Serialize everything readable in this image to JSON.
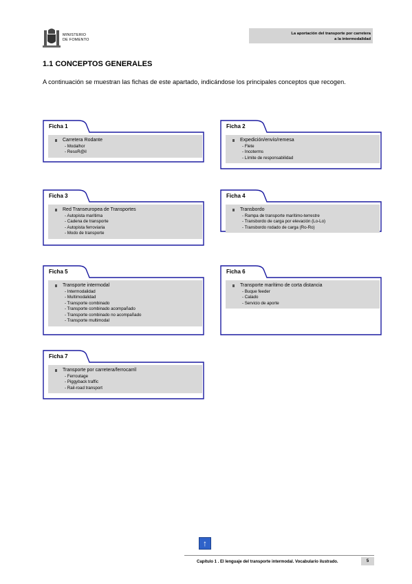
{
  "header": {
    "logo_line1": "MINISTERIO",
    "logo_line2": "DE FOMENTO",
    "title_line1": "La aportación del transporte por carretera",
    "title_line2": "a la intermodalidad"
  },
  "section": {
    "title": "1.1 CONCEPTOS GENERALES",
    "intro": "A continuación se muestran las fichas de este apartado, indicándose los principales conceptos que recogen."
  },
  "cards": [
    {
      "label": "Ficha 1",
      "main": "Carretera Rodante",
      "items": [
        "Modalhor",
        "ResoR@il"
      ]
    },
    {
      "label": "Ficha 2",
      "main": "Expedición/envío/remesa",
      "items": [
        "Flete",
        "Incoterms",
        "Límite de responsabilidad"
      ]
    },
    {
      "label": "Ficha 3",
      "main": "Red Transeuropea de Transportes",
      "items": [
        "Autopista marítima",
        "Cadena de transporte",
        "Autopista ferroviaria",
        "Modo de transporte"
      ]
    },
    {
      "label": "Ficha 4",
      "main": "Transbordo",
      "items": [
        "Rampa de transporte marítimo-terrestre",
        "Transbordo de carga por elevación (Lo-Lo)",
        "Transbordo rodado de carga (Ro-Ro)"
      ]
    },
    {
      "label": "Ficha 5",
      "main": "Transporte intermodal",
      "items": [
        "Intermodalidad",
        "Multimodalidad",
        "Transporte combinado",
        "Transporte combinado acompañado",
        "Transporte combinado no acompañado",
        "Transporte multimodal"
      ]
    },
    {
      "label": "Ficha 6",
      "main": "Transporte marítimo de corta distancia",
      "items": [
        "Buque feeder",
        "Calado",
        "Servicio de aporte"
      ]
    },
    {
      "label": "Ficha 7",
      "main": "Transporte por carretera/ferrocarril",
      "items": [
        "Ferroutage",
        "Piggyback traffic",
        "Rail-road transport"
      ]
    }
  ],
  "footer": {
    "up_arrow": "↑",
    "chapter_text": "Capítulo 1 . El lenguaje del transporte intermodal. Vocabulario ilustrado.",
    "page": "5"
  },
  "colors": {
    "accent": "#1a1aa0",
    "panel": "#d8d8d8",
    "up_button": "#2f62c9"
  }
}
